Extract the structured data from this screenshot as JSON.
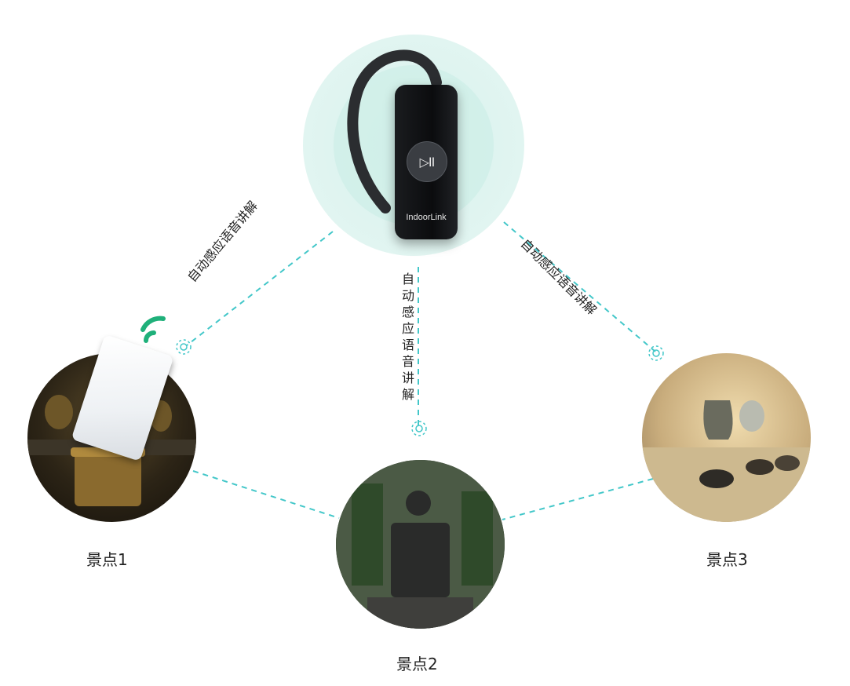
{
  "device": {
    "brand_text": "IndoorLink",
    "play_glyph": "▷II"
  },
  "edges": {
    "left_label": "自动感应语音讲解",
    "middle_label": "自动感应语音讲解",
    "right_label": "自动感应语音讲解"
  },
  "spots": [
    {
      "label": "景点1"
    },
    {
      "label": "景点2"
    },
    {
      "label": "景点3"
    }
  ],
  "colors": {
    "dashed_line": "#43c7c9",
    "halo": "#dff4f0",
    "wifi": "#1fb07a"
  }
}
